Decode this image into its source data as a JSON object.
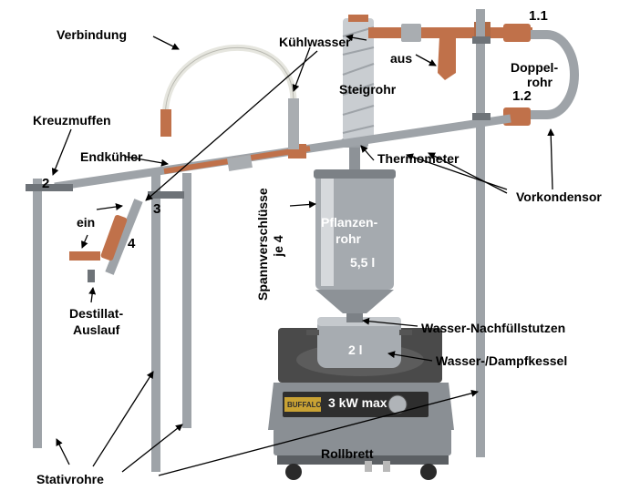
{
  "diagram": {
    "colors": {
      "copper": "#c0714a",
      "steel": "#a9adb1",
      "steel_dark": "#6e7378",
      "hose": "#e6e6df",
      "foil": "#cfd3d6",
      "plate": "#3a3a3a",
      "plate_gold": "#c9a233"
    },
    "labels": {
      "verbindung": "Verbindung",
      "kuehlwasser": "Kühlwasser",
      "aus": "aus",
      "steigrohr": "Steigrohr",
      "kreuzmuffen": "Kreuzmuffen",
      "endkuehler": "Endkühler",
      "thermometer": "Thermometer",
      "vorkondensor": "Vorkondensor",
      "doppelrohr_1": "Doppel-",
      "doppelrohr_2": "rohr",
      "num_1_1": "1.1",
      "num_1_2": "1.2",
      "num_2": "2",
      "num_3": "3",
      "num_4": "4",
      "ein": "ein",
      "destillat_1": "Destillat-",
      "destillat_2": "Auslauf",
      "spann_1": "Spannverschlüsse",
      "spann_2": "je 4",
      "pflanzen_1": "Pflanzen-",
      "pflanzen_2": "rohr",
      "vol_pflanzen": "5,5 l",
      "nachfuell": "Wasser-Nachfüllstutzen",
      "vol_kessel": "2 l",
      "kessel": "Wasser-/Dampfkessel",
      "kw_max": "3 kW max",
      "brand": "BUFFALO",
      "rollbrett": "Rollbrett",
      "stativrohre": "Stativrohre"
    }
  }
}
